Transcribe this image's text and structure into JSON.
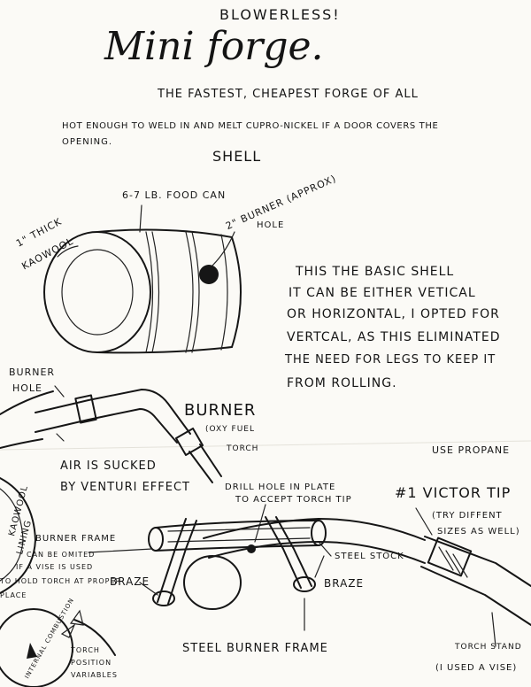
{
  "header": {
    "top_note": "BLOWERLESS!",
    "title": "Mini forge.",
    "subtitle": "THE FASTEST, CHEAPEST FORGE OF ALL",
    "intro_line1": "HOT ENOUGH TO WELD IN AND MELT CUPRO-NICKEL IF A DOOR COVERS THE",
    "intro_line2": "OPENING."
  },
  "shell": {
    "heading": "SHELL",
    "food_can": "6-7 LB. FOOD CAN",
    "kaowool_1": "1\" THICK",
    "kaowool_2": "KAOWOOL",
    "burner_hole_1": "2\" BURNER (APPROX)",
    "burner_hole_2": "HOLE"
  },
  "notes": {
    "line1": "THIS THE BASIC SHELL",
    "line2": "IT CAN BE EITHER VETICAL",
    "line3": "OR HORIZONTAL, I OPTED FOR",
    "line4": "VERTCAL, AS THIS ELIMINATED",
    "line5": "THE NEED FOR LEGS TO KEEP IT",
    "line6": "FROM ROLLING."
  },
  "burner": {
    "hole_1": "BURNER",
    "hole_2": "HOLE",
    "heading": "BURNER",
    "torch_1": "(OXY FUEL",
    "torch_2": "TORCH",
    "air_1": "AIR IS SUCKED",
    "air_2": "BY VENTURI EFFECT",
    "propane": "USE PROPANE",
    "lining_1": "KAOWOOL",
    "lining_2": "LINING"
  },
  "frame": {
    "drill_1": "DRILL HOLE IN PLATE",
    "drill_2": "TO ACCEPT TORCH TIP",
    "victor": "#1 VICTOR TIP",
    "try_1": "(TRY DIFFENT",
    "try_2": "SIZES AS WELL)",
    "burner_frame": "BURNER FRAME",
    "omit_1": "CAN BE OMITED",
    "omit_2": "IF A VISE IS USED",
    "omit_3": "TO HOLD TORCH AT PROPER",
    "omit_4": "PLACE",
    "braze_left": "BRAZE",
    "braze_right": "BRAZE",
    "steel_stock": "STEEL STOCK",
    "steel_frame": "STEEL BURNER FRAME",
    "chamber": "INTERNAL COMBUSTION",
    "torch_pos_1": "TORCH",
    "torch_pos_2": "POSITION",
    "torch_pos_3": "VARIABLES",
    "stand_1": "TORCH STAND",
    "stand_2": "(I USED A VISE)"
  }
}
